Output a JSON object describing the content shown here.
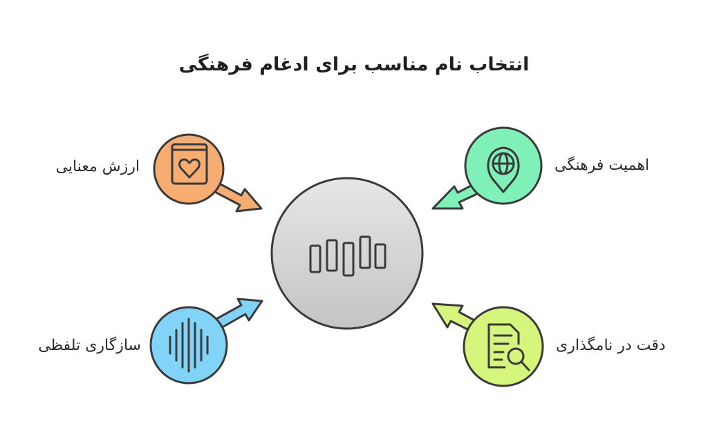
{
  "title": "انتخاب نام مناسب برای ادغام فرهنگی",
  "center": {
    "icon": "bar-columns-icon",
    "fill": "#d0d0d0"
  },
  "nodes": [
    {
      "id": "meaning",
      "label": "ارزش معنایی",
      "icon": "book-heart-icon",
      "color": "#f7ad72"
    },
    {
      "id": "culture",
      "label": "اهمیت فرهنگی",
      "icon": "globe-pin-icon",
      "color": "#7ff0b7"
    },
    {
      "id": "phonetic",
      "label": "سازگاری تلفظی",
      "icon": "sound-wave-icon",
      "color": "#82d3f8"
    },
    {
      "id": "accuracy",
      "label": "دقت در نامگذاری",
      "icon": "document-search-icon",
      "color": "#d5f57c"
    }
  ]
}
